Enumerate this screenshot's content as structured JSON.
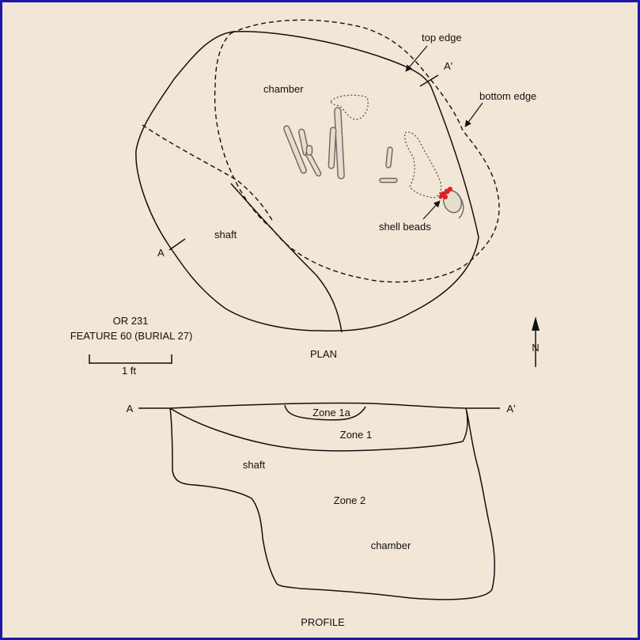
{
  "colors": {
    "border": "#1a1aa6",
    "background": "#f2e6d6",
    "line": "#111111",
    "bone": "#666666",
    "beads": "#e02020"
  },
  "plan": {
    "title": "PLAN",
    "chamber_label": "chamber",
    "shaft_label": "shaft",
    "top_edge_label": "top edge",
    "bottom_edge_label": "bottom edge",
    "shell_beads_label": "shell beads",
    "section_a": "A",
    "section_a_prime": "A'",
    "site_line1": "OR 231",
    "site_line2": "FEATURE 60 (BURIAL 27)",
    "scale_label": "1 ft",
    "north_label": "N"
  },
  "profile": {
    "title": "PROFILE",
    "section_a": "A",
    "section_a_prime": "A'",
    "zone_1a": "Zone 1a",
    "zone_1": "Zone 1",
    "zone_2": "Zone 2",
    "shaft_label": "shaft",
    "chamber_label": "chamber"
  }
}
